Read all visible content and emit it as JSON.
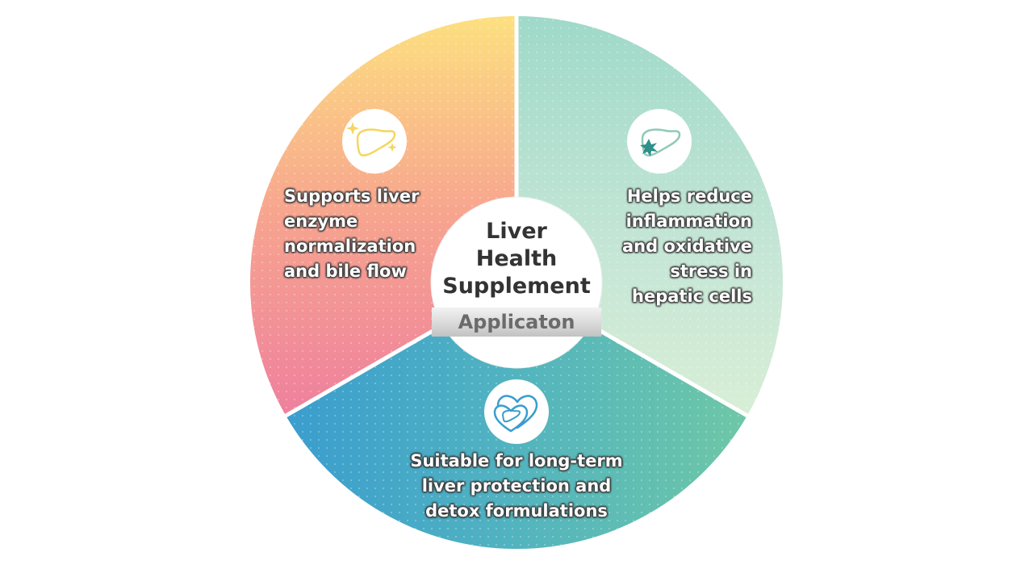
{
  "title": "Liver\nHealth\nSupplement",
  "label": "Applicaton",
  "segments": [
    {
      "text": "Supports liver\nenzyme\nnormalization\nand bile flow",
      "icon": "sparkling-liver-icon",
      "colors": [
        "#fde07f",
        "#f7a48f",
        "#ee809d"
      ]
    },
    {
      "text": "Helps reduce\ninflammation\nand oxidative\nstress in\nhepatic cells",
      "icon": "inflamed-liver-icon",
      "colors": [
        "#9fd9c9",
        "#c6e6d6",
        "#d8eed6"
      ]
    },
    {
      "text": "Suitable for long-term\nliver protection and\ndetox formulations",
      "icon": "heart-liver-icon",
      "colors": [
        "#3a9dce",
        "#52b4bf",
        "#6ec7a6"
      ]
    }
  ]
}
